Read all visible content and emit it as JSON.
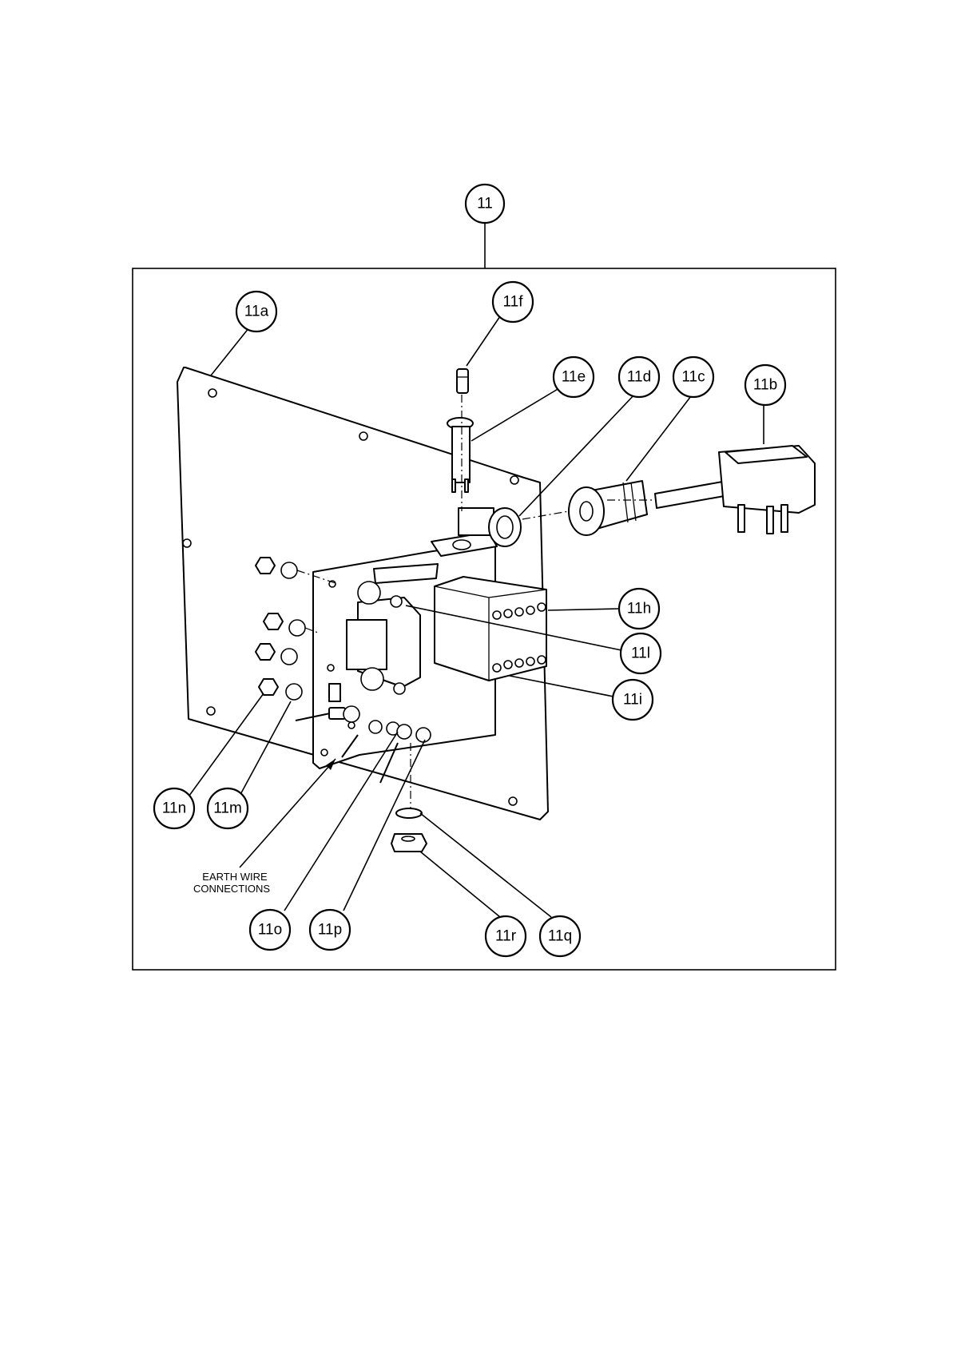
{
  "callouts": {
    "11": "11",
    "11a": "11a",
    "11b": "11b",
    "11c": "11c",
    "11d": "11d",
    "11e": "11e",
    "11f": "11f",
    "11h": "11h",
    "11i": "11i",
    "11l": "11l",
    "11m": "11m",
    "11n": "11n",
    "11o": "11o",
    "11p": "11p",
    "11q": "11q",
    "11r": "11r"
  },
  "note": {
    "line1": "EARTH WIRE",
    "line2": "CONNECTIONS"
  }
}
